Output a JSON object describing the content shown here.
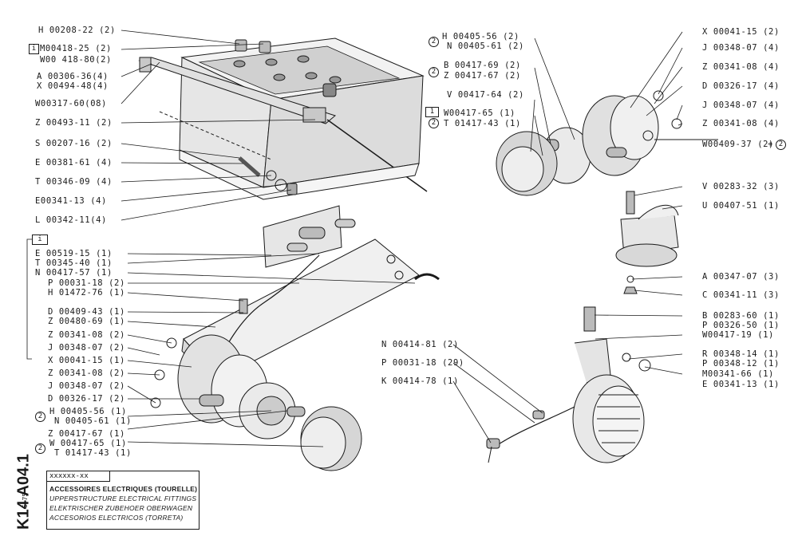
{
  "labels_left": [
    {
      "id": "l1",
      "text": "H 00208-22 (2)"
    },
    {
      "id": "l2",
      "text": "M00418-25 (2)"
    },
    {
      "id": "l3",
      "text": "W00 418-80(2)"
    },
    {
      "id": "l4",
      "text": "A 00306-36(4)"
    },
    {
      "id": "l5",
      "text": "X 00494-48(4)"
    },
    {
      "id": "l6",
      "text": "W00317-60(08)"
    },
    {
      "id": "l7",
      "text": "Z 00493-11 (2)"
    },
    {
      "id": "l8",
      "text": "S 00207-16 (2)"
    },
    {
      "id": "l9",
      "text": "E 00381-61 (4)"
    },
    {
      "id": "l10",
      "text": "T 00346-09 (4)"
    },
    {
      "id": "l11",
      "text": "E00341-13 (4)"
    },
    {
      "id": "l12",
      "text": "L 00342-11(4)"
    },
    {
      "id": "l13",
      "text": "E 00519-15 (1)"
    },
    {
      "id": "l14",
      "text": "T 00345-40 (1)"
    },
    {
      "id": "l15",
      "text": "N 00417-57 (1)"
    },
    {
      "id": "l16",
      "text": "P 00031-18 (2)"
    },
    {
      "id": "l17",
      "text": "H 01472-76 (1)"
    },
    {
      "id": "l18",
      "text": "D 00409-43 (1)"
    },
    {
      "id": "l19",
      "text": "Z 00480-69 (1)"
    },
    {
      "id": "l20",
      "text": "Z 00341-08 (2)"
    },
    {
      "id": "l21",
      "text": "J 00348-07 (2)"
    },
    {
      "id": "l22",
      "text": "X 00041-15 (1)"
    },
    {
      "id": "l23",
      "text": "Z 00341-08 (2)"
    },
    {
      "id": "l24",
      "text": "J 00348-07 (2)"
    },
    {
      "id": "l25",
      "text": "D 00326-17 (2)"
    },
    {
      "id": "l26",
      "text": "H 00405-56 (1)"
    },
    {
      "id": "l27",
      "text": "N 00405-61 (1)"
    },
    {
      "id": "l28",
      "text": "Z 00417-67 (1)"
    },
    {
      "id": "l29",
      "text": "W 00417-65 (1)"
    },
    {
      "id": "l30",
      "text": "T 01417-43 (1)"
    }
  ],
  "labels_top_center": [
    {
      "id": "c1",
      "text": "H 00405-56 (2)"
    },
    {
      "id": "c2",
      "text": "N 00405-61 (2)"
    },
    {
      "id": "c3",
      "text": "B 00417-69 (2)"
    },
    {
      "id": "c4",
      "text": "Z 00417-67 (2)"
    },
    {
      "id": "c5",
      "text": "V 00417-64 (2)"
    },
    {
      "id": "c6",
      "text": "W00417-65 (1)"
    },
    {
      "id": "c7",
      "text": "T 01417-43 (1)"
    }
  ],
  "labels_right": [
    {
      "id": "r1",
      "text": "X 00041-15 (2)"
    },
    {
      "id": "r2",
      "text": "J 00348-07 (4)"
    },
    {
      "id": "r3",
      "text": "Z 00341-08 (4)"
    },
    {
      "id": "r4",
      "text": "D 00326-17 (4)"
    },
    {
      "id": "r5",
      "text": "J 00348-07 (4)"
    },
    {
      "id": "r6",
      "text": "Z 00341-08 (4)"
    },
    {
      "id": "r7",
      "text": "W00409-37 (2)"
    },
    {
      "id": "r8",
      "text": "V 00283-32 (3)"
    },
    {
      "id": "r9",
      "text": "U 00407-51 (1)"
    },
    {
      "id": "r10",
      "text": "A 00347-07 (3)"
    },
    {
      "id": "r11",
      "text": "C 00341-11 (3)"
    },
    {
      "id": "r12",
      "text": "B 00283-60 (1)"
    },
    {
      "id": "r13",
      "text": "P 00326-50 (1)"
    },
    {
      "id": "r14",
      "text": "W00417-19 (1)"
    },
    {
      "id": "r15",
      "text": "R 00348-14 (1)"
    },
    {
      "id": "r16",
      "text": "P 00348-12 (1)"
    },
    {
      "id": "r17",
      "text": "M00341-66 (1)"
    },
    {
      "id": "r18",
      "text": "E 00341-13 (1)"
    }
  ],
  "labels_bottom_center": [
    {
      "id": "b1",
      "text": "N 00414-81 (2)"
    },
    {
      "id": "b2",
      "text": "P 00031-18 (29)"
    },
    {
      "id": "b3",
      "text": "K 00414-78 (1)"
    }
  ],
  "markers": {
    "two": "2",
    "one": "1",
    "plus_two": "+",
    "info": "i"
  },
  "title_block": {
    "code": "xxxxxx-xx",
    "line_fr": "ACCESSOIRES ELECTRIQUES (TOURELLE)",
    "line_en": "UPPERSTRUCTURE ELECTRICAL FITTINGS",
    "line_de": "ELEKTRISCHER ZUBEHOER OBERWAGEN",
    "line_es": "ACCESORIOS ELECTRICOS (TORRETA)"
  },
  "sheet": {
    "code": "K14 A04.1",
    "date": "6-75"
  }
}
